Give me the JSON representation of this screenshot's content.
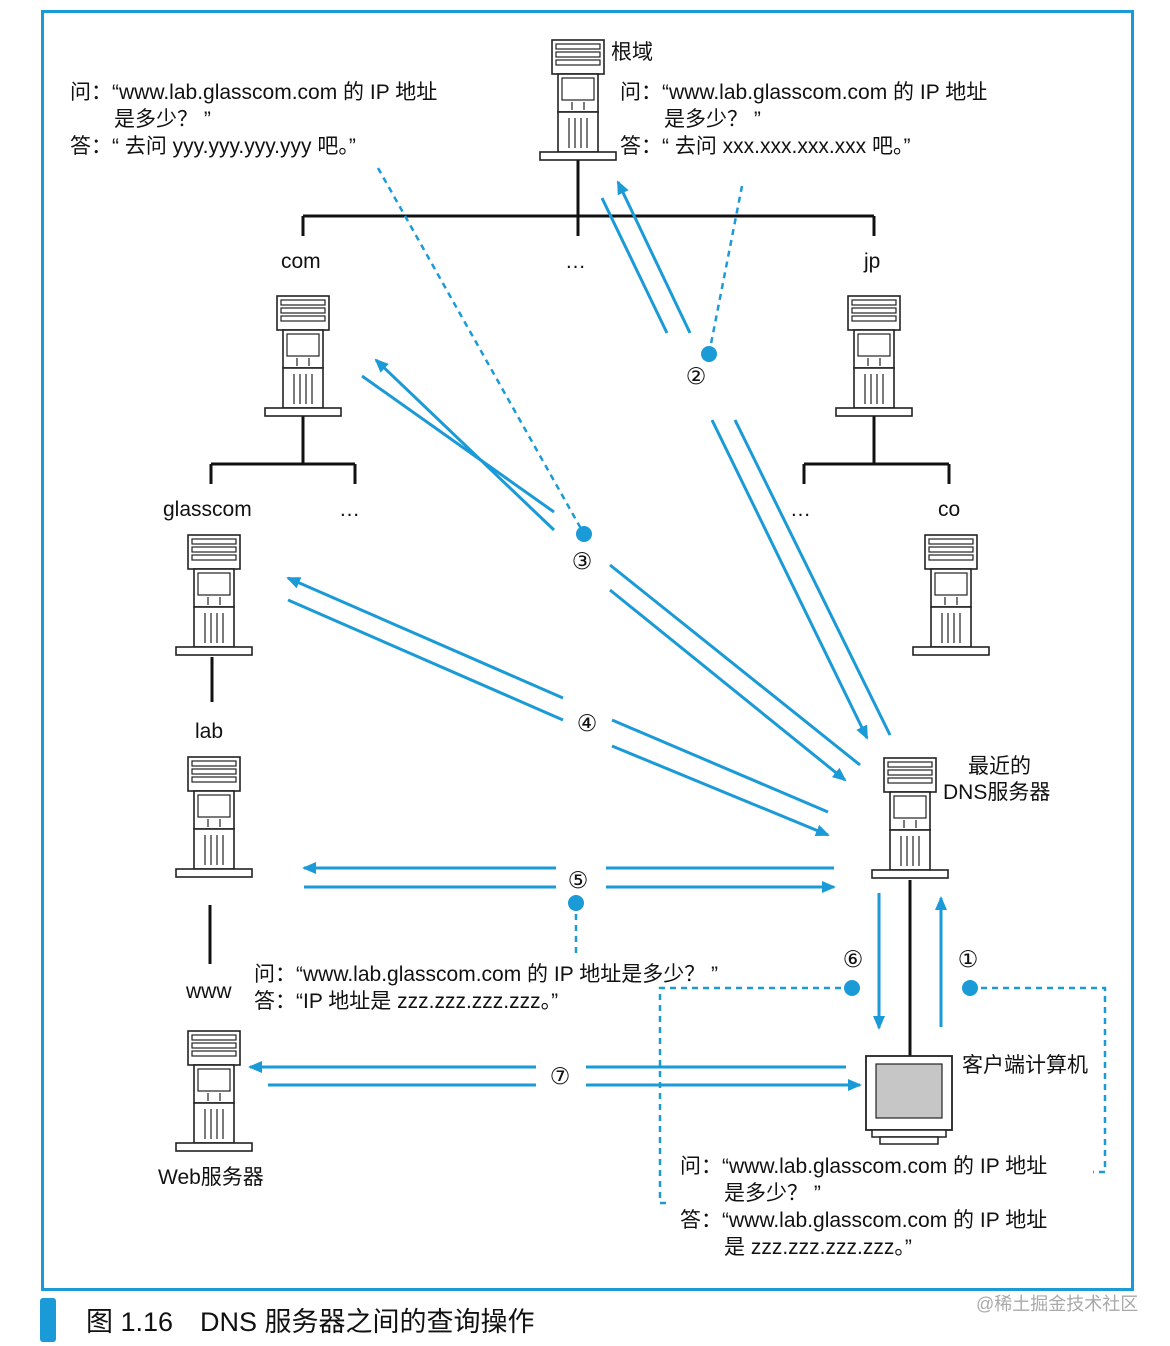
{
  "colors": {
    "accent": "#1a9ad6",
    "line": "#111111",
    "server_fill": "#ffffff"
  },
  "nodes": {
    "root": "根域",
    "com": "com",
    "dots_top": "…",
    "jp": "jp",
    "glasscom": "glasscom",
    "dots_com": "…",
    "dots_jp": "…",
    "co": "co",
    "lab": "lab",
    "www": "www",
    "web_server": "Web服务器",
    "nearest_dns_line1": "最近的",
    "nearest_dns_line2": "DNS服务器",
    "client": "客户端计算机"
  },
  "steps": [
    "①",
    "②",
    "③",
    "④",
    "⑤",
    "⑥",
    "⑦"
  ],
  "callouts": {
    "top_left": {
      "q1": "问：“www.lab.glasscom.com 的 IP 地址",
      "q2": "是多少？ ”",
      "a1": "答：“ 去问 yyy.yyy.yyy.yyy 吧。”"
    },
    "top_right": {
      "q1": "问：“www.lab.glasscom.com 的 IP 地址",
      "q2": "是多少？ ”",
      "a1": "答：“ 去问 xxx.xxx.xxx.xxx 吧。”"
    },
    "middle": {
      "q1": "问：“www.lab.glasscom.com 的 IP 地址是多少？ ”",
      "a1": "答：“IP 地址是 zzz.zzz.zzz.zzz。”"
    },
    "bottom_right": {
      "q1": "问：“www.lab.glasscom.com 的 IP 地址",
      "q2": "是多少？ ”",
      "a1": "答：“www.lab.glasscom.com 的 IP 地址",
      "a2": "是 zzz.zzz.zzz.zzz。”"
    }
  },
  "caption": "图 1.16　DNS 服务器之间的查询操作",
  "watermark": "@稀土掘金技术社区"
}
